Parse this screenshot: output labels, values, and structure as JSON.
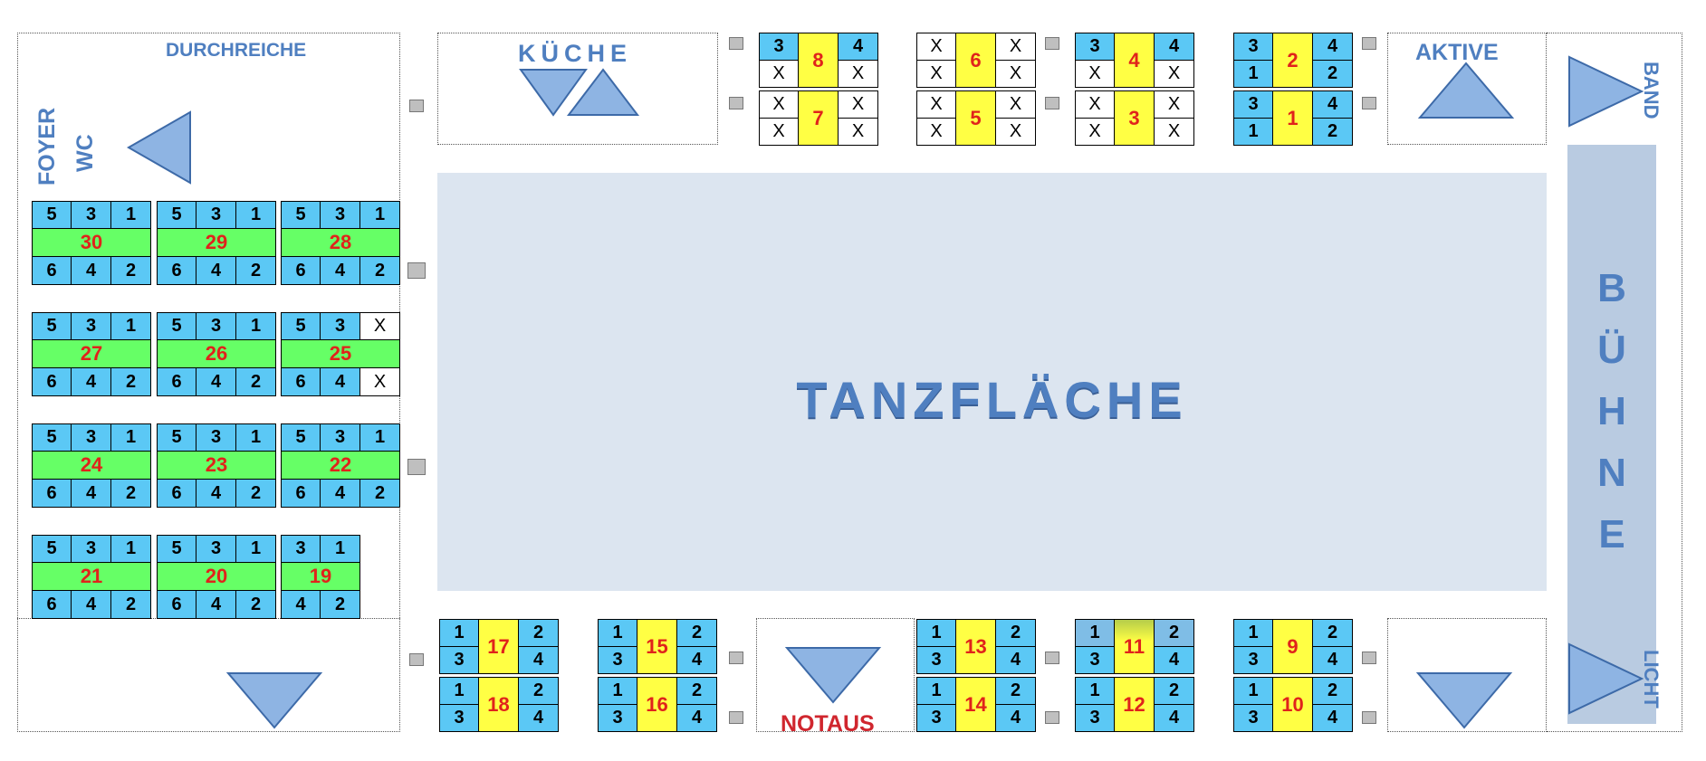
{
  "labels": {
    "durchreiche": "DURCHREICHE",
    "foyer": "FOYER",
    "wc": "WC",
    "kueche": "KÜCHE",
    "aktive": "AKTIVE",
    "band": "BAND",
    "licht": "LICHT",
    "notaus": "NOTAUS",
    "tanzflaeche": "TANZFLÄCHE",
    "buehne": "BÜHNE"
  },
  "colors": {
    "label_blue": "#4f7fc0",
    "seat_blue": "#5bc8f5",
    "table_green": "#66ff66",
    "table_yellow": "#ffff44",
    "table_number_red": "#e0231b",
    "dance_floor": "#dce5f0",
    "stage": "#b9cbe1",
    "notaus_red": "#d0262e"
  },
  "tables_left": [
    {
      "id": "30",
      "top": [
        "5",
        "3",
        "1"
      ],
      "bottom": [
        "6",
        "4",
        "2"
      ]
    },
    {
      "id": "29",
      "top": [
        "5",
        "3",
        "1"
      ],
      "bottom": [
        "6",
        "4",
        "2"
      ]
    },
    {
      "id": "28",
      "top": [
        "5",
        "3",
        "1"
      ],
      "bottom": [
        "6",
        "4",
        "2"
      ]
    },
    {
      "id": "27",
      "top": [
        "5",
        "3",
        "1"
      ],
      "bottom": [
        "6",
        "4",
        "2"
      ]
    },
    {
      "id": "26",
      "top": [
        "5",
        "3",
        "1"
      ],
      "bottom": [
        "6",
        "4",
        "2"
      ]
    },
    {
      "id": "25",
      "top": [
        "5",
        "3",
        "X"
      ],
      "bottom": [
        "6",
        "4",
        "X"
      ]
    },
    {
      "id": "24",
      "top": [
        "5",
        "3",
        "1"
      ],
      "bottom": [
        "6",
        "4",
        "2"
      ]
    },
    {
      "id": "23",
      "top": [
        "5",
        "3",
        "1"
      ],
      "bottom": [
        "6",
        "4",
        "2"
      ]
    },
    {
      "id": "22",
      "top": [
        "5",
        "3",
        "1"
      ],
      "bottom": [
        "6",
        "4",
        "2"
      ]
    },
    {
      "id": "21",
      "top": [
        "5",
        "3",
        "1"
      ],
      "bottom": [
        "6",
        "4",
        "2"
      ]
    },
    {
      "id": "20",
      "top": [
        "5",
        "3",
        "1"
      ],
      "bottom": [
        "6",
        "4",
        "2"
      ]
    },
    {
      "id": "19",
      "top": [
        "3",
        "1"
      ],
      "bottom": [
        "4",
        "2"
      ]
    }
  ],
  "tables_top": [
    {
      "id": "8",
      "left": [
        "3",
        "X"
      ],
      "right": [
        "4",
        "X"
      ]
    },
    {
      "id": "7",
      "left": [
        "X",
        "X"
      ],
      "right": [
        "X",
        "X"
      ]
    },
    {
      "id": "6",
      "left": [
        "X",
        "X"
      ],
      "right": [
        "X",
        "X"
      ]
    },
    {
      "id": "5",
      "left": [
        "X",
        "X"
      ],
      "right": [
        "X",
        "X"
      ]
    },
    {
      "id": "4",
      "left": [
        "3",
        "X"
      ],
      "right": [
        "4",
        "X"
      ]
    },
    {
      "id": "3",
      "left": [
        "X",
        "X"
      ],
      "right": [
        "X",
        "X"
      ]
    },
    {
      "id": "2",
      "left": [
        "3",
        "1"
      ],
      "right": [
        "4",
        "2"
      ]
    },
    {
      "id": "1",
      "left": [
        "3",
        "1"
      ],
      "right": [
        "4",
        "2"
      ]
    }
  ],
  "tables_bottom": [
    {
      "id": "17",
      "left": [
        "1",
        "3"
      ],
      "right": [
        "2",
        "4"
      ]
    },
    {
      "id": "18",
      "left": [
        "1",
        "3"
      ],
      "right": [
        "2",
        "4"
      ]
    },
    {
      "id": "15",
      "left": [
        "1",
        "3"
      ],
      "right": [
        "2",
        "4"
      ]
    },
    {
      "id": "16",
      "left": [
        "1",
        "3"
      ],
      "right": [
        "2",
        "4"
      ]
    },
    {
      "id": "13",
      "left": [
        "1",
        "3"
      ],
      "right": [
        "2",
        "4"
      ]
    },
    {
      "id": "14",
      "left": [
        "1",
        "3"
      ],
      "right": [
        "2",
        "4"
      ]
    },
    {
      "id": "11",
      "left": [
        "1",
        "3"
      ],
      "right": [
        "2",
        "4"
      ]
    },
    {
      "id": "12",
      "left": [
        "1",
        "3"
      ],
      "right": [
        "2",
        "4"
      ]
    },
    {
      "id": "9",
      "left": [
        "1",
        "3"
      ],
      "right": [
        "2",
        "4"
      ]
    },
    {
      "id": "10",
      "left": [
        "1",
        "3"
      ],
      "right": [
        "2",
        "4"
      ]
    }
  ],
  "icons": {
    "entrance_arrows": "triangle-icon",
    "small_squares": "square-marker-icon"
  }
}
